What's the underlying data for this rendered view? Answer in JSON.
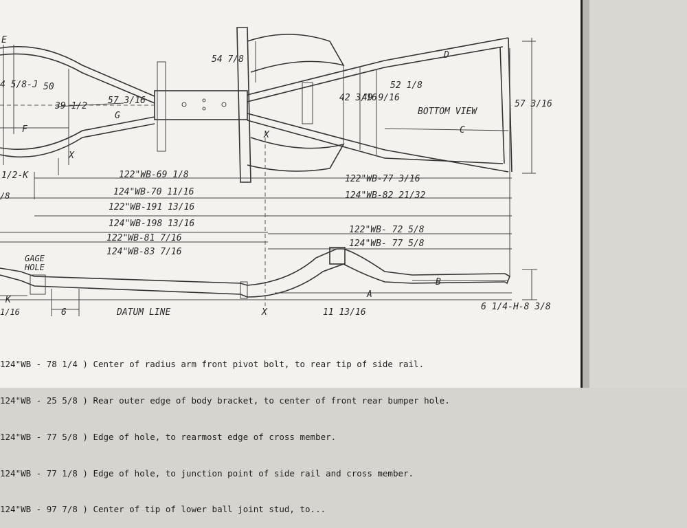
{
  "labels": {
    "e": "E",
    "j": "4 5/8-J",
    "n50": "50",
    "d5478": "54 7/8",
    "d3912": "39 1/2",
    "d57316": "57 3/16",
    "g": "G",
    "f": "F",
    "k_left": "1/2-K",
    "x1": "X",
    "x2": "X",
    "d42316": "42 3/16",
    "d49916": "49 9/16",
    "d5218": "52 1/8",
    "d": "D",
    "bottom_view": "BOTTOM VIEW",
    "c": "C",
    "d57316r": "57 3/16",
    "wb122_6918": "122\"WB-69 1/8",
    "wb124_701116": "124\"WB-70 11/16",
    "wb122_191316": "122\"WB-191 13/16",
    "wb124_1981316": "124\"WB-198 13/16",
    "wb122_81716": "122\"WB-81 7/16",
    "wb124_83716": "124\"WB-83 7/16",
    "wb122_77316": "122\"WB-77 3/16",
    "wb124_822132": "124\"WB-82 21/32",
    "wb122_7258": "122\"WB- 72 5/8",
    "wb124_7758": "124\"WB- 77 5/8",
    "gage_hole_1": "GAGE",
    "gage_hole_2": "HOLE",
    "k_bottom": "K",
    "b": "B",
    "a": "A",
    "six": "6",
    "datum_line": "DATUM LINE",
    "x3": "X",
    "d111316": "11 13/16",
    "h_dim": "6 1/4-H-8 3/8",
    "one_sixteenth": "1/16",
    "eight_left": "/8"
  },
  "notes": [
    "124\"WB - 78 1/4 ) Center of radius arm front pivot bolt, to rear tip of side rail.",
    "124\"WB - 25 5/8 ) Rear outer edge of body bracket, to center of front rear bumper hole.",
    "124\"WB - 77 5/8 ) Edge of hole, to rearmost edge of cross member.",
    "124\"WB - 77 1/8 ) Edge of hole, to junction point of side rail and cross member.",
    "124\"WB - 97 7/8 ) Center of tip of lower ball joint stud, to..."
  ],
  "colors": {
    "paper": "#f3f2ee",
    "ink": "#2a2a2a",
    "wall": "#d9d7d2"
  }
}
